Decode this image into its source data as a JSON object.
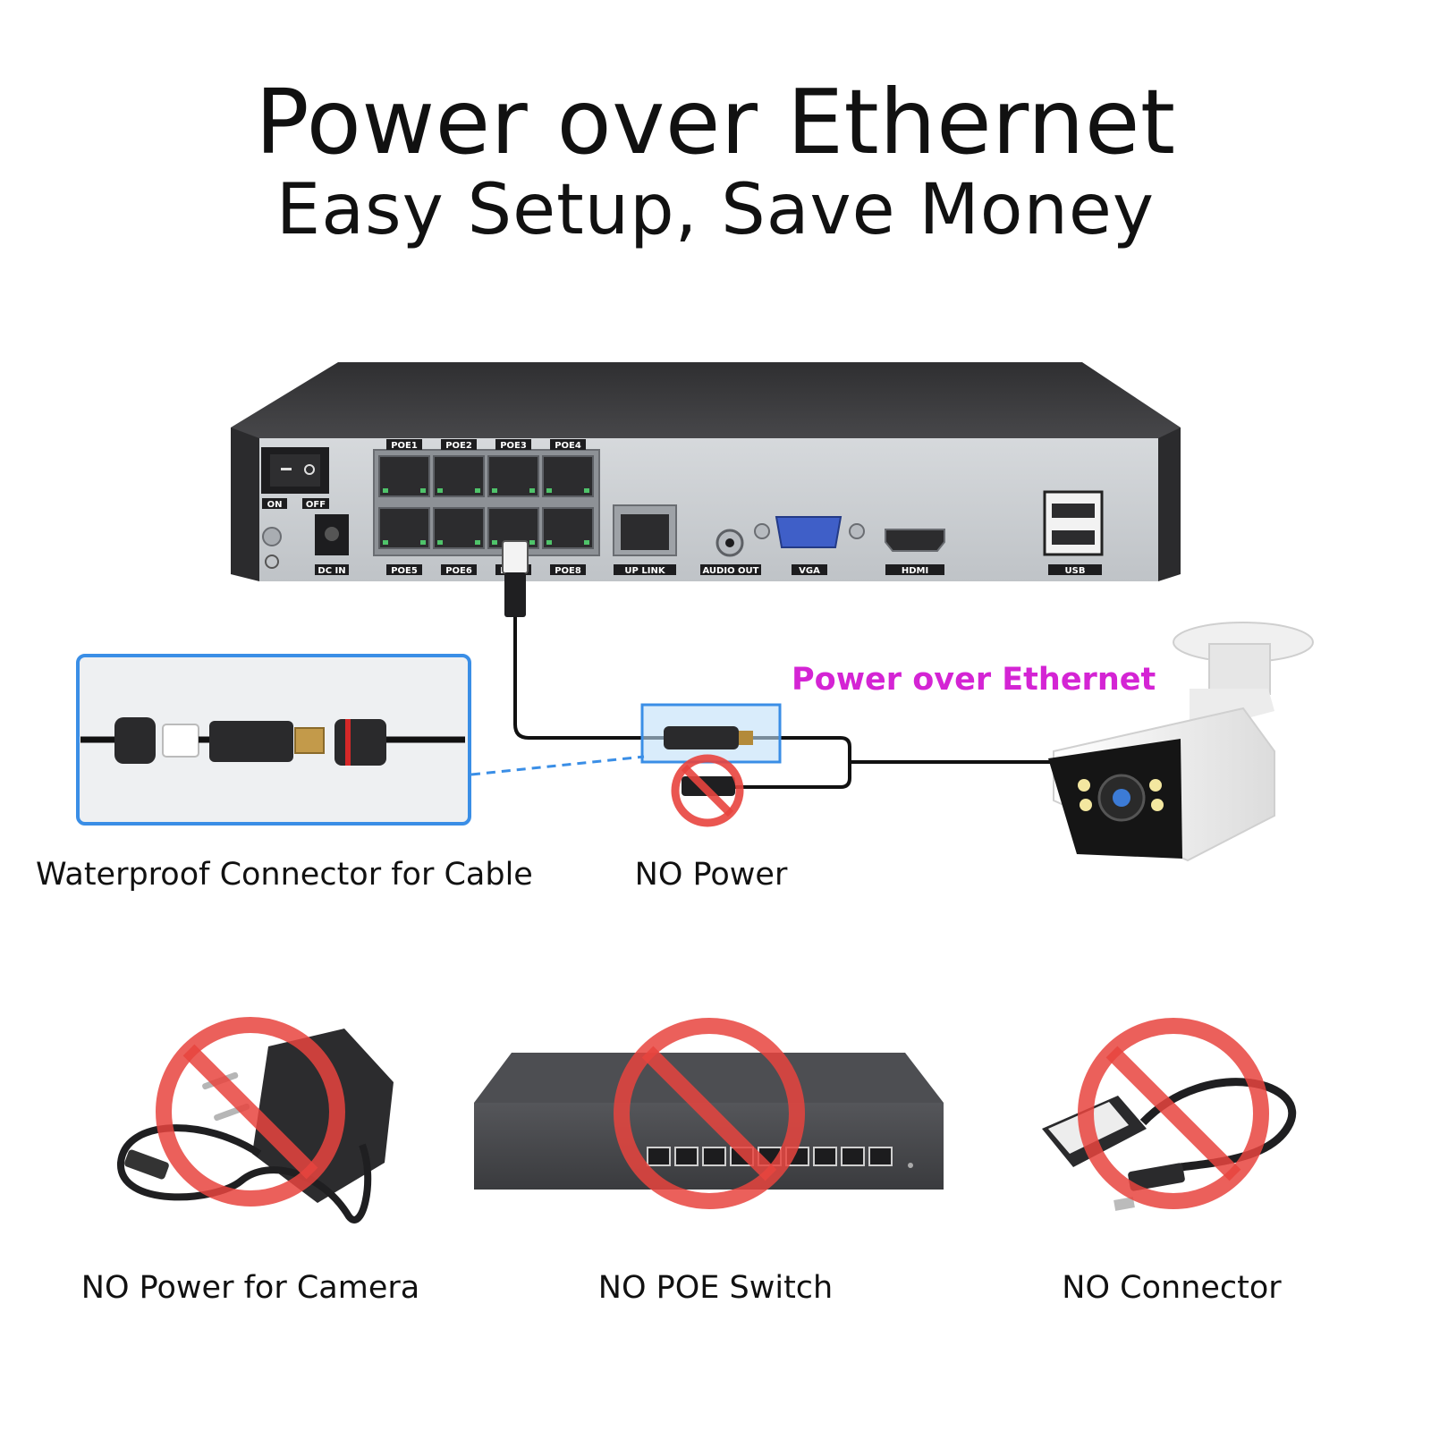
{
  "header": {
    "title": "Power over Ethernet",
    "subtitle": "Easy Setup, Save Money"
  },
  "nvr": {
    "ports_top": [
      "POE1",
      "POE2",
      "POE3",
      "POE4"
    ],
    "ports_bottom": [
      "POE5",
      "POE6",
      "POE7",
      "POE8"
    ],
    "switch_on": "ON",
    "switch_off": "OFF",
    "dc_in": "DC IN",
    "uplink": "UP LINK",
    "audio_out": "AUDIO OUT",
    "vga": "VGA",
    "hdmi": "HDMI",
    "usb": "USB"
  },
  "diagram": {
    "poe_label": "Power over Ethernet",
    "waterproof_caption": "Waterproof Connector for Cable",
    "no_power_caption": "NO Power"
  },
  "bottom": {
    "items": [
      {
        "caption": "NO Power for Camera"
      },
      {
        "caption": "NO POE Switch"
      },
      {
        "caption": "NO Connector"
      }
    ]
  },
  "colors": {
    "accent_magenta": "#d424d4",
    "forbid_red": "#e8443e",
    "highlight_blue": "#3a8ee6",
    "nvr_dark": "#3d3d3f",
    "nvr_panel": "#c9ccd0"
  }
}
